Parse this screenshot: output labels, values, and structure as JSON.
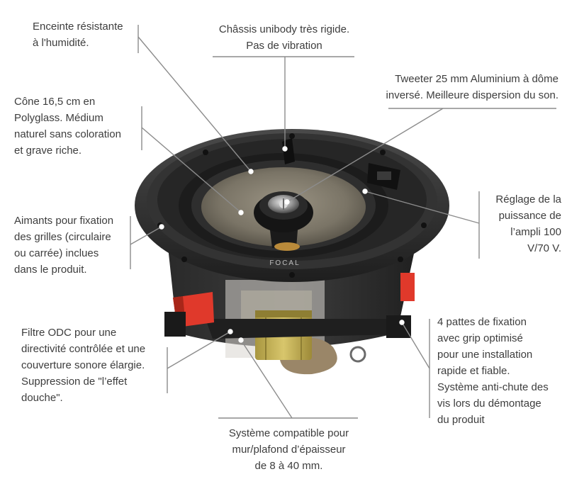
{
  "brand": "FOCAL",
  "callouts": {
    "humidity": {
      "lines": [
        "Enceinte résistante",
        "à l'humidité."
      ]
    },
    "chassis": {
      "lines": [
        "Châssis unibody très rigide.",
        "Pas de vibration"
      ]
    },
    "tweeter": {
      "lines": [
        "Tweeter 25 mm Aluminium à dôme",
        "inversé. Meilleure dispersion du son."
      ]
    },
    "cone": {
      "lines": [
        "Cône 16,5 cm en",
        "Polyglass. Médium",
        "naturel sans coloration",
        "et grave riche."
      ]
    },
    "power": {
      "lines": [
        "Réglage de la",
        "puissance de",
        "l’ampli 100",
        "V/70 V."
      ]
    },
    "magnets": {
      "lines": [
        "Aimants pour fixation",
        "des grilles (circulaire",
        "ou carrée) inclues",
        "dans le produit."
      ]
    },
    "filter": {
      "lines": [
        "Filtre ODC pour une",
        "directivité contrôlée et une",
        "couverture sonore élargie.",
        "Suppression de \"l’effet",
        "douche\"."
      ]
    },
    "clamps": {
      "lines": [
        "4 pattes de fixation",
        "avec grip optimisé",
        "pour une installation",
        "rapide et fiable.",
        "Système anti-chute des",
        "vis lors du démontage",
        "du produit"
      ]
    },
    "compatible": {
      "lines": [
        "Système compatible pour",
        "mur/plafond d’épaisseur",
        "de 8 à 40 mm."
      ]
    }
  },
  "colors": {
    "text": "#3d3d3d",
    "leader": "#8c8c8c",
    "frame": "#2b2b2b",
    "cone": "#7d786c",
    "clip": "#e0392b",
    "filter_body": "#c9b45a",
    "foam": "#9a8668"
  }
}
